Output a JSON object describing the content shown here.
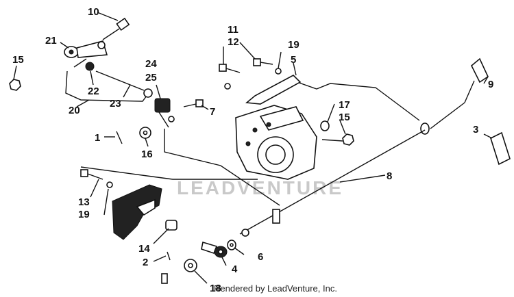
{
  "diagram": {
    "watermark": "LEADVENTURE",
    "credit": "Rendered by LeadVenture, Inc.",
    "callouts": [
      {
        "id": "c10",
        "text": "10"
      },
      {
        "id": "c21",
        "text": "21"
      },
      {
        "id": "c15a",
        "text": "15"
      },
      {
        "id": "c22",
        "text": "22"
      },
      {
        "id": "c23",
        "text": "23"
      },
      {
        "id": "c20",
        "text": "20"
      },
      {
        "id": "c24",
        "text": "24"
      },
      {
        "id": "c25",
        "text": "25"
      },
      {
        "id": "c7",
        "text": "7"
      },
      {
        "id": "c1",
        "text": "1"
      },
      {
        "id": "c16",
        "text": "16"
      },
      {
        "id": "c11",
        "text": "11"
      },
      {
        "id": "c12",
        "text": "12"
      },
      {
        "id": "c19a",
        "text": "19"
      },
      {
        "id": "c5",
        "text": "5"
      },
      {
        "id": "c9",
        "text": "9"
      },
      {
        "id": "c17",
        "text": "17"
      },
      {
        "id": "c15b",
        "text": "15"
      },
      {
        "id": "c3",
        "text": "3"
      },
      {
        "id": "c8",
        "text": "8"
      },
      {
        "id": "c13",
        "text": "13"
      },
      {
        "id": "c19b",
        "text": "19"
      },
      {
        "id": "c14",
        "text": "14"
      },
      {
        "id": "c2",
        "text": "2"
      },
      {
        "id": "c6",
        "text": "6"
      },
      {
        "id": "c4",
        "text": "4"
      },
      {
        "id": "c18",
        "text": "18"
      }
    ]
  }
}
